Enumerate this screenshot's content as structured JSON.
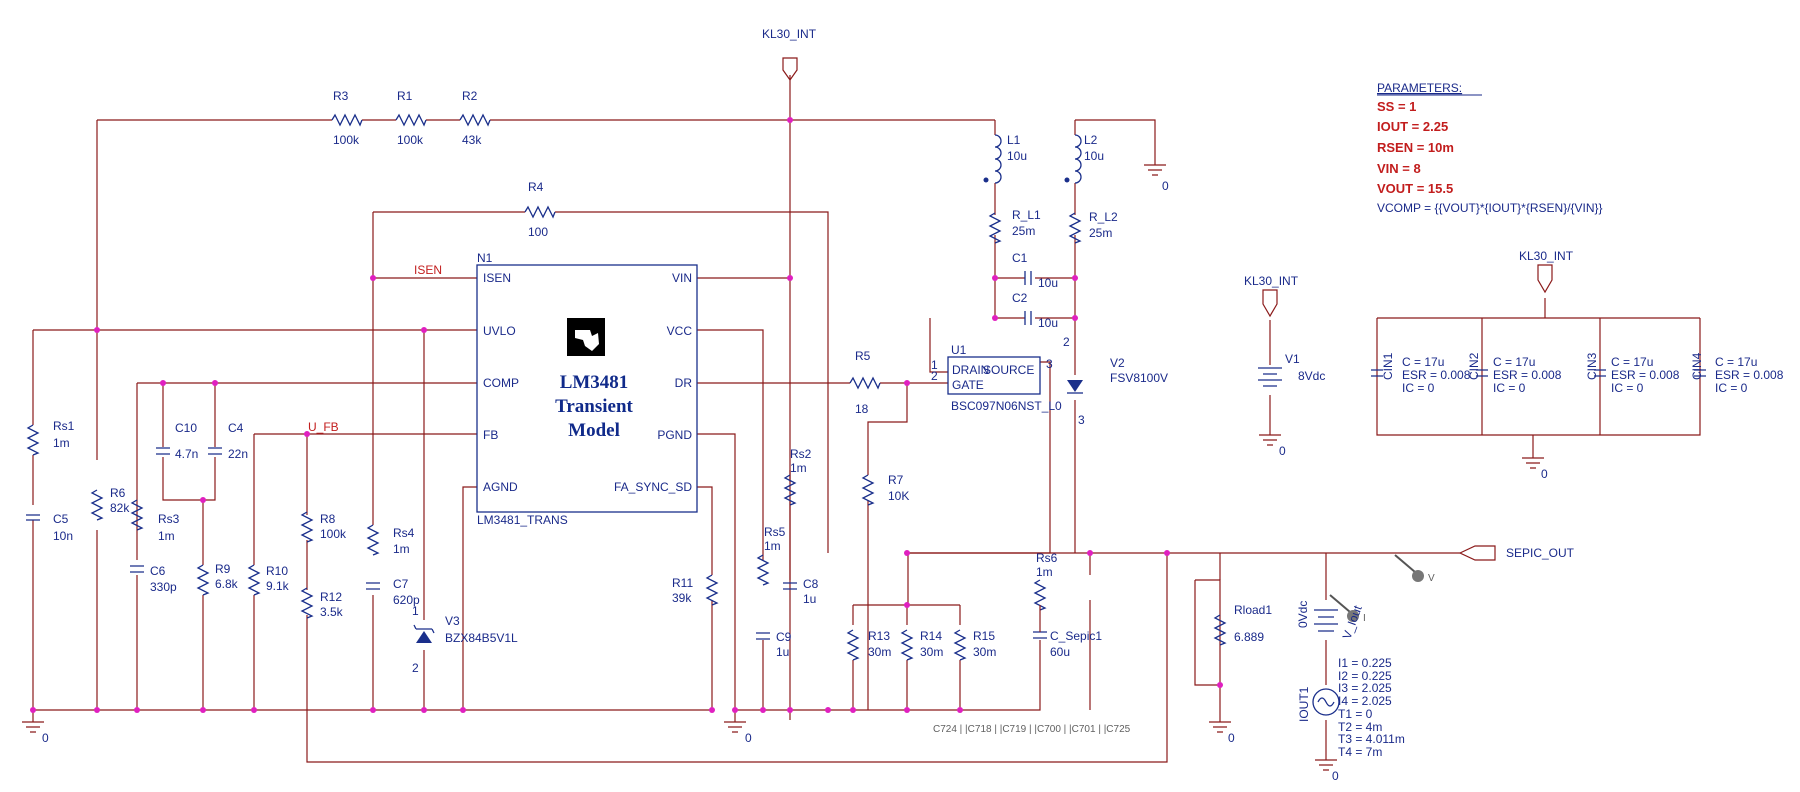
{
  "nets": {
    "kl30_int": "KL30_INT",
    "sepic_out": "SEPIC_OUT",
    "isen": "ISEN",
    "u_fb": "U_FB",
    "gnd": "0",
    "v_marker": "V",
    "i_marker": "I"
  },
  "parameters": {
    "title": "PARAMETERS:",
    "lines": [
      "SS = 1",
      "IOUT = 2.25",
      "RSEN = 10m",
      "VIN = 8",
      "VOUT = 15.5"
    ],
    "vcomp": "VCOMP = {{VOUT}*{IOUT}*{RSEN}/{VIN}}"
  },
  "ic": {
    "ref": "N1",
    "part": "LM3481_TRANS",
    "title_lines": [
      "LM3481",
      "Transient",
      "Model"
    ],
    "pins_left": [
      "ISEN",
      "UVLO",
      "COMP",
      "FB",
      "AGND"
    ],
    "pins_right": [
      "VIN",
      "VCC",
      "DR",
      "PGND",
      "FA_SYNC_SD"
    ]
  },
  "mosfet": {
    "ref": "U1",
    "part": "BSC097N06NST_L0",
    "drain": "DRAIN",
    "source": "SOURCE",
    "gate": "GATE",
    "pin1": "1",
    "pin2": "2",
    "pin3": "3"
  },
  "diode_v2": {
    "ref": "V2",
    "part": "FSV8100V",
    "pin2": "2",
    "pin3": "3"
  },
  "diode_v3": {
    "ref": "V3",
    "part": "BZX84B5V1L",
    "pin1": "1",
    "pin2": "2"
  },
  "source_v1": {
    "ref": "V1",
    "value": "8Vdc"
  },
  "vsense": {
    "value": "0Vdc",
    "ref": "V_Iout"
  },
  "iout1": {
    "ref": "IOUT1",
    "params": [
      "I1 = 0.225",
      "I2 = 0.225",
      "I3 = 2.025",
      "I4 = 2.025",
      "T1 = 0",
      "T2 = 4m",
      "T3 = 4.011m",
      "T4 = 7m"
    ]
  },
  "cin": [
    {
      "ref": "CIN1",
      "c": "C = 17u",
      "esr": "ESR = 0.008",
      "ic": "IC = 0"
    },
    {
      "ref": "CIN2",
      "c": "C = 17u",
      "esr": "ESR = 0.008",
      "ic": "IC = 0"
    },
    {
      "ref": "CIN3",
      "c": "C = 17u",
      "esr": "ESR = 0.008",
      "ic": "IC = 0"
    },
    {
      "ref": "CIN4",
      "c": "C = 17u",
      "esr": "ESR = 0.008",
      "ic": "IC = 0"
    }
  ],
  "components": {
    "R3": {
      "ref": "R3",
      "value": "100k"
    },
    "R1": {
      "ref": "R1",
      "value": "100k"
    },
    "R2": {
      "ref": "R2",
      "value": "43k"
    },
    "R4": {
      "ref": "R4",
      "value": "100"
    },
    "L1": {
      "ref": "L1",
      "value": "10u"
    },
    "L2": {
      "ref": "L2",
      "value": "10u"
    },
    "R_L1": {
      "ref": "R_L1",
      "value": "25m"
    },
    "R_L2": {
      "ref": "R_L2",
      "value": "25m"
    },
    "C1": {
      "ref": "C1",
      "value": "10u"
    },
    "C2": {
      "ref": "C2",
      "value": "10u"
    },
    "R5": {
      "ref": "R5",
      "value": "18"
    },
    "R7": {
      "ref": "R7",
      "value": "10K"
    },
    "Rs1": {
      "ref": "Rs1",
      "value": "1m"
    },
    "C5": {
      "ref": "C5",
      "value": "10n"
    },
    "R6": {
      "ref": "R6",
      "value": "82k"
    },
    "C10": {
      "ref": "C10",
      "value": "4.7n"
    },
    "C4": {
      "ref": "C4",
      "value": "22n"
    },
    "Rs3": {
      "ref": "Rs3",
      "value": "1m"
    },
    "C6": {
      "ref": "C6",
      "value": "330p"
    },
    "R9": {
      "ref": "R9",
      "value": "6.8k"
    },
    "R10": {
      "ref": "R10",
      "value": "9.1k"
    },
    "R8": {
      "ref": "R8",
      "value": "100k"
    },
    "R12": {
      "ref": "R12",
      "value": "3.5k"
    },
    "Rs4": {
      "ref": "Rs4",
      "value": "1m"
    },
    "C7": {
      "ref": "C7",
      "value": "620p"
    },
    "R11": {
      "ref": "R11",
      "value": "39k"
    },
    "Rs5": {
      "ref": "Rs5",
      "value": "1m"
    },
    "C9": {
      "ref": "C9",
      "value": "1u"
    },
    "Rs2": {
      "ref": "Rs2",
      "value": "1m"
    },
    "C8": {
      "ref": "C8",
      "value": "1u"
    },
    "R13": {
      "ref": "R13",
      "value": "30m"
    },
    "R14": {
      "ref": "R14",
      "value": "30m"
    },
    "R15": {
      "ref": "R15",
      "value": "30m"
    },
    "Rs6": {
      "ref": "Rs6",
      "value": "1m"
    },
    "C_Sepic1": {
      "ref": "C_Sepic1",
      "value": "60u"
    },
    "Rload1": {
      "ref": "Rload1",
      "value": "6.889"
    }
  },
  "footer_caps": "C724 | |C718 | |C719 | |C700 | |C701 | |C725"
}
